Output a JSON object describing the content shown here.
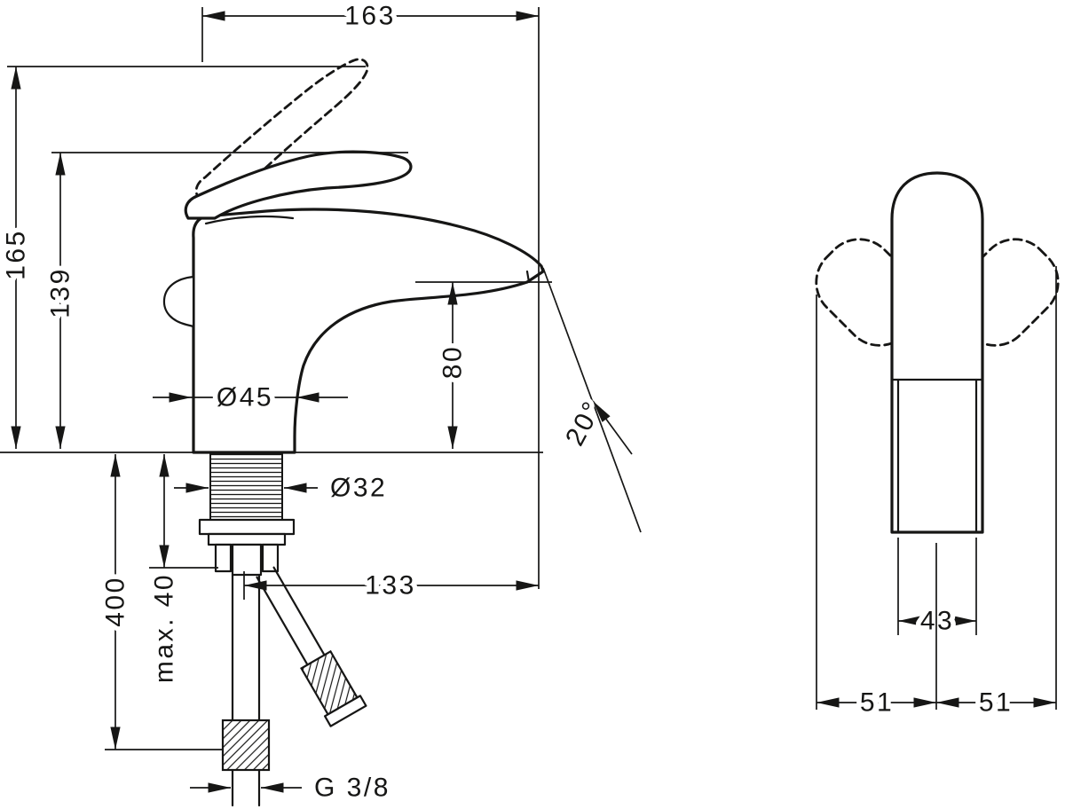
{
  "drawing": {
    "type": "technical-dimension-drawing",
    "subject": "single-lever basin mixer faucet, side view and front view",
    "line_color": "#161615",
    "background": "#ffffff"
  },
  "side_view": {
    "dim_spout_overall": "163",
    "dim_total_height": "165",
    "dim_body_height": "139",
    "dim_spout_height": "80",
    "dim_body_diameter": "Ø45",
    "dim_shank_diameter": "Ø32",
    "dim_spout_angle": "20°",
    "dim_spout_reach": "133",
    "dim_max_counter_thickness": "max. 40",
    "dim_hose_length": "400",
    "dim_connection_thread": "G 3/8"
  },
  "front_view": {
    "dim_handle_width": "43",
    "dim_clearance_left": "51",
    "dim_clearance_right": "51"
  }
}
